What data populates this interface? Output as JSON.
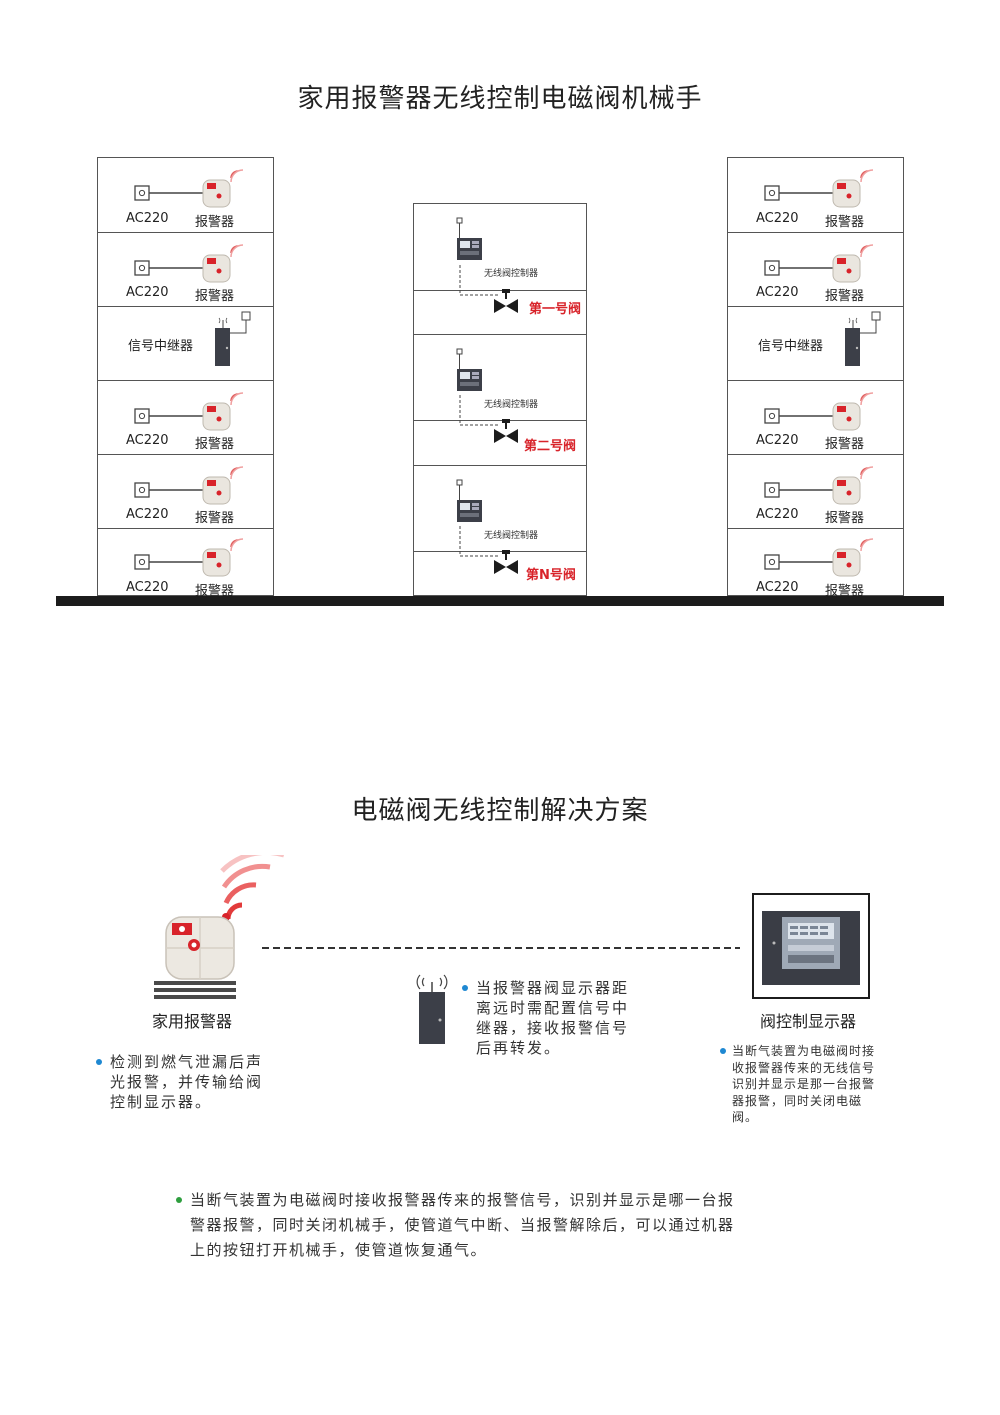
{
  "top_title": "家用报警器无线控制电磁阀机械手",
  "labels": {
    "ac220": "AC220",
    "alarm": "报警器",
    "repeater": "信号中继器",
    "controller": "无线阀控制器"
  },
  "valves": [
    "第一号阀",
    "第二号阀",
    "第N号阀"
  ],
  "bottom_title": "电磁阀无线控制解决方案",
  "home_alarm_label": "家用报警器",
  "display_label": "阀控制显示器",
  "note_left": [
    "检测到燃气泄漏后声",
    "光报警，并传输给阀",
    "控制显示器。"
  ],
  "note_middle": [
    "当报警器阀显示器距",
    "离远时需配置信号中",
    "继器，接收报警信号",
    "后再转发。"
  ],
  "note_right": [
    "当断气装置为电磁阀时接",
    "收报警器传来的无线信号",
    "识别并显示是那一台报警",
    "器报警，同时关闭电磁",
    "阀。"
  ],
  "note_bottom": [
    "当断气装置为电磁阀时接收报警器传来的报警信号，识别并显示是哪一台报",
    "警器报警，同时关闭机械手，使管道气中断、当报警解除后，可以通过机器",
    "上的按钮打开机械手，使管道恢复通气。"
  ],
  "colors": {
    "accent_red": "#d8232a",
    "note_blue": "#1e88d2",
    "note_green": "#2e9e3e"
  }
}
